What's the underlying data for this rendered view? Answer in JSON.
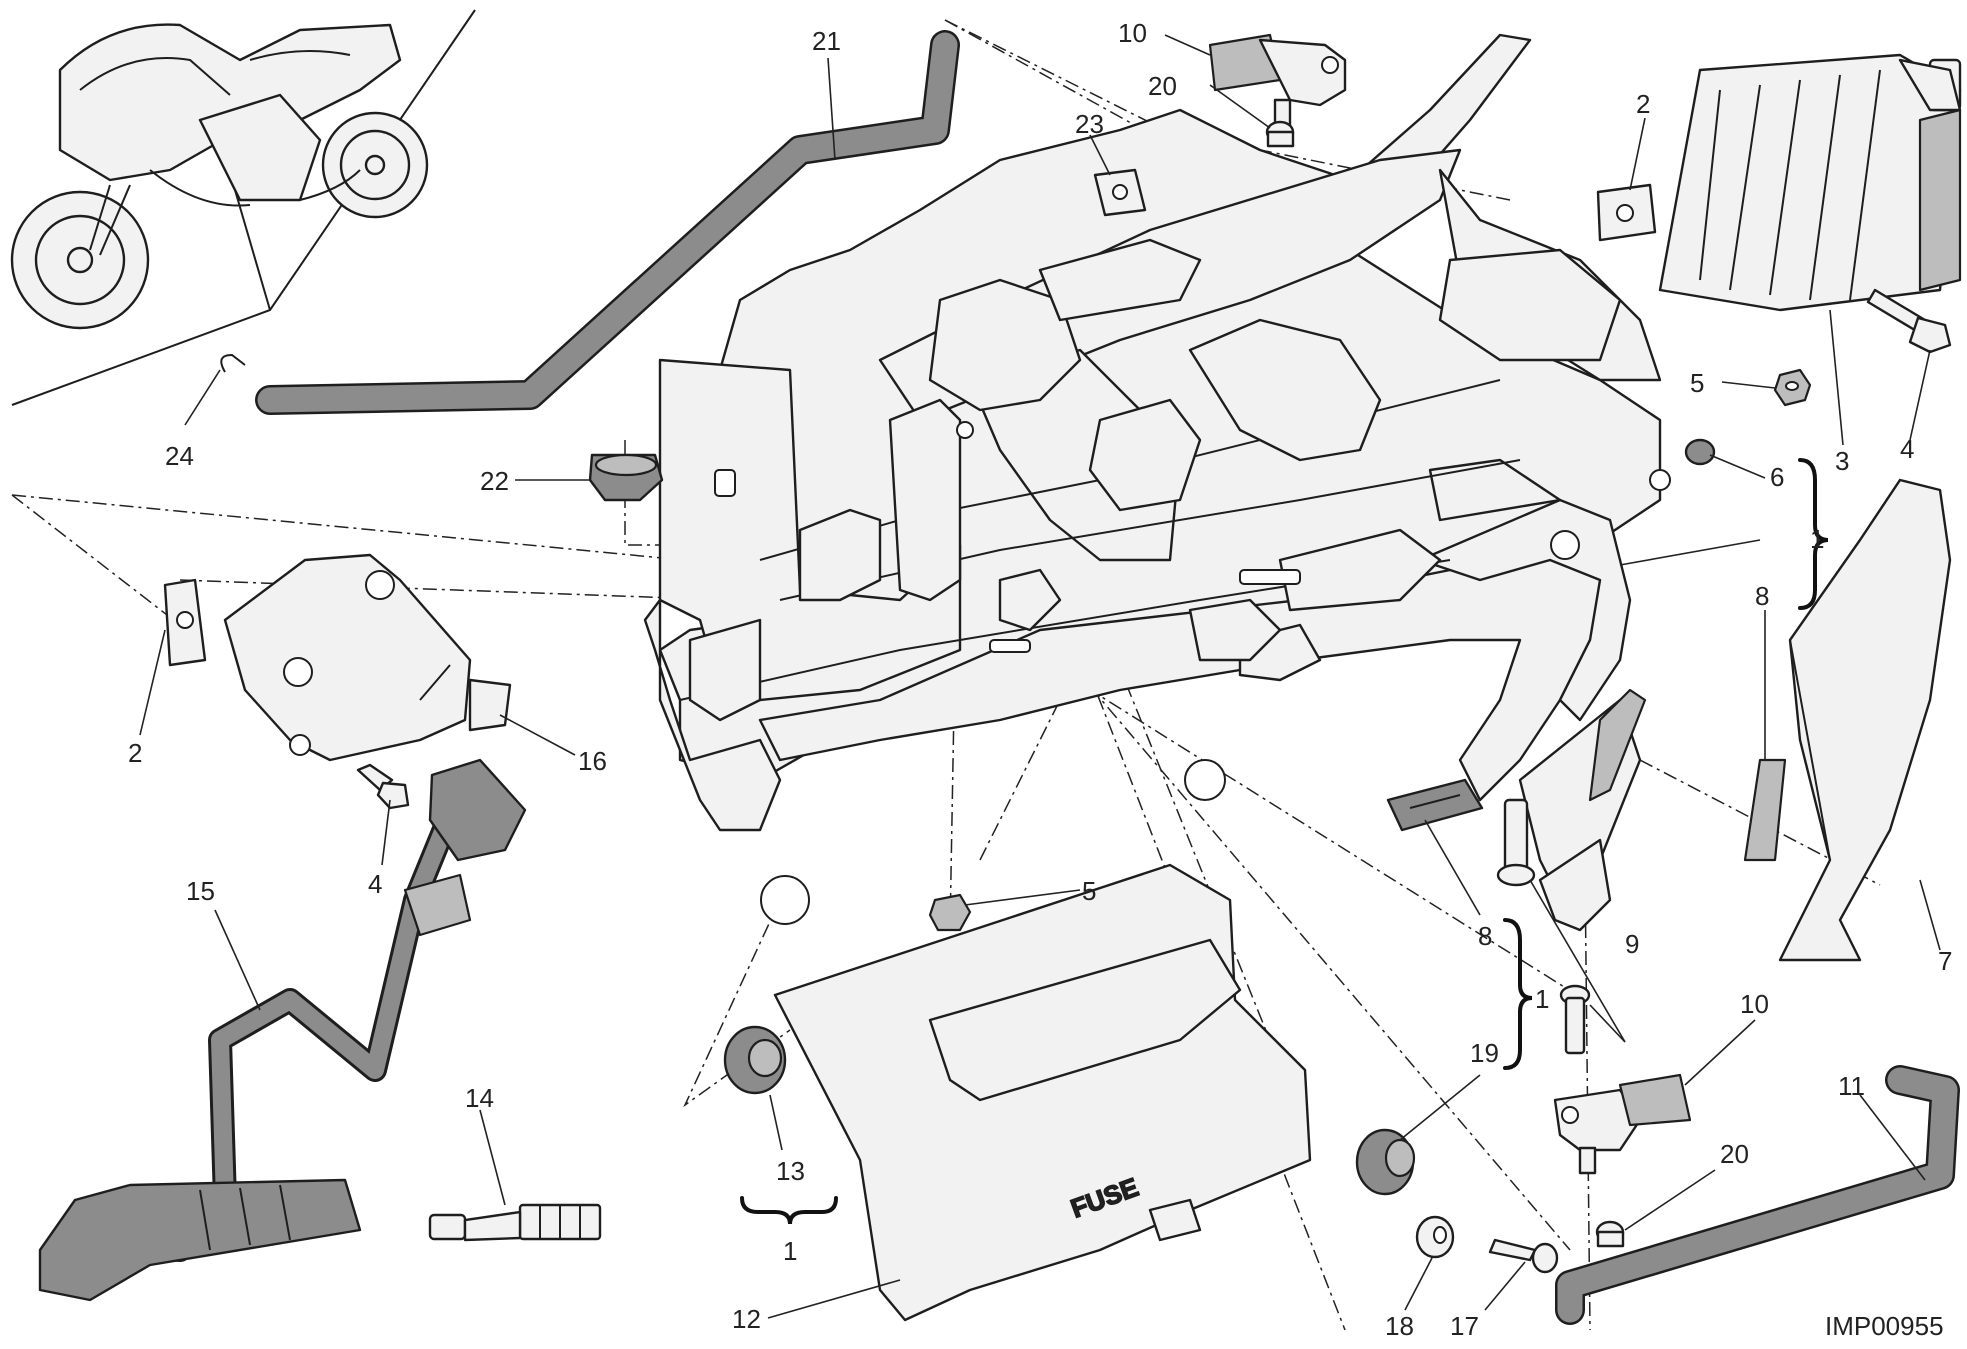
{
  "diagram_code": "IMP00955",
  "fuse_cover_label": "FUSE",
  "callouts": [
    {
      "id": "c21",
      "text": "21"
    },
    {
      "id": "c10a",
      "text": "10"
    },
    {
      "id": "c20a",
      "text": "20"
    },
    {
      "id": "c23",
      "text": "23"
    },
    {
      "id": "c2a",
      "text": "2"
    },
    {
      "id": "c24",
      "text": "24"
    },
    {
      "id": "c22",
      "text": "22"
    },
    {
      "id": "c5a",
      "text": "5"
    },
    {
      "id": "c3",
      "text": "3"
    },
    {
      "id": "c4a",
      "text": "4"
    },
    {
      "id": "c6",
      "text": "6"
    },
    {
      "id": "c1a",
      "text": "1"
    },
    {
      "id": "c8a",
      "text": "8"
    },
    {
      "id": "c2b",
      "text": "2"
    },
    {
      "id": "c16",
      "text": "16"
    },
    {
      "id": "c4b",
      "text": "4"
    },
    {
      "id": "c15",
      "text": "15"
    },
    {
      "id": "c5b",
      "text": "5"
    },
    {
      "id": "c8b",
      "text": "8"
    },
    {
      "id": "c9",
      "text": "9"
    },
    {
      "id": "c1b",
      "text": "1"
    },
    {
      "id": "c10b",
      "text": "10"
    },
    {
      "id": "c19",
      "text": "19"
    },
    {
      "id": "c7",
      "text": "7"
    },
    {
      "id": "c14",
      "text": "14"
    },
    {
      "id": "c13",
      "text": "13"
    },
    {
      "id": "c1c",
      "text": "1"
    },
    {
      "id": "c11",
      "text": "11"
    },
    {
      "id": "c20b",
      "text": "20"
    },
    {
      "id": "c12",
      "text": "12"
    },
    {
      "id": "c18",
      "text": "18"
    },
    {
      "id": "c17",
      "text": "17"
    }
  ]
}
